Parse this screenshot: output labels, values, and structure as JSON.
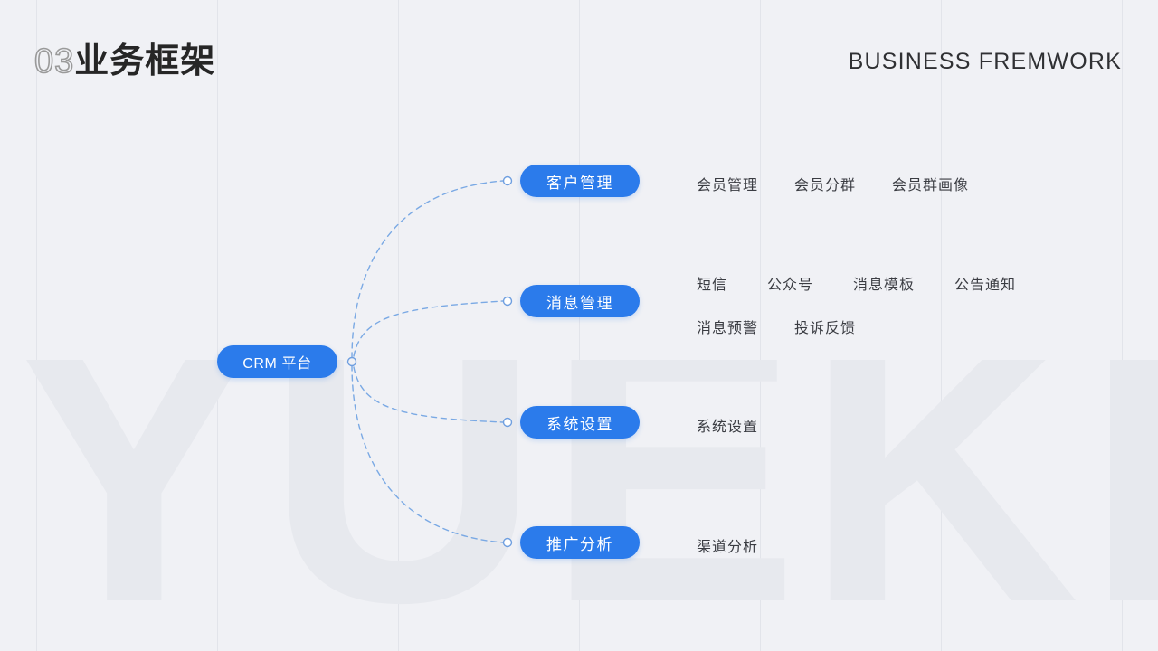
{
  "slide": {
    "background_color": "#f0f1f5",
    "accent_color": "#2b7beb",
    "grid_line_color": "#e2e4ea",
    "watermark_text": "YUEKE"
  },
  "header": {
    "number": "03",
    "title_cn": "业务框架",
    "subtitle_en": "BUSINESS FREMWORK"
  },
  "diagram": {
    "root": {
      "label": "CRM 平台"
    },
    "branches": [
      {
        "label": "客户管理",
        "leaves": [
          "会员管理",
          "会员分群",
          "会员群画像"
        ],
        "leaves_line2": []
      },
      {
        "label": "消息管理",
        "leaves": [
          "短信",
          "公众号",
          "消息模板",
          "公告通知"
        ],
        "leaves_line2": [
          "消息预警",
          "投诉反馈"
        ]
      },
      {
        "label": "系统设置",
        "leaves": [
          "系统设置"
        ],
        "leaves_line2": []
      },
      {
        "label": "推广分析",
        "leaves": [
          "渠道分析"
        ],
        "leaves_line2": []
      }
    ]
  }
}
